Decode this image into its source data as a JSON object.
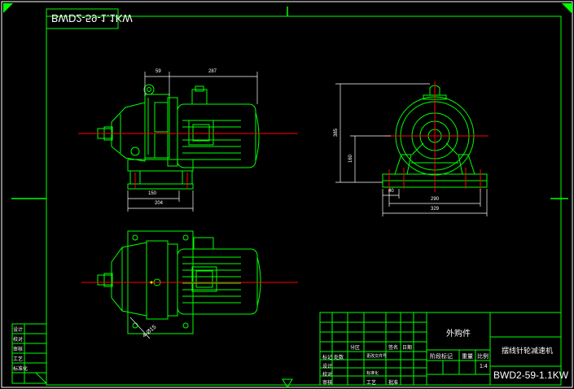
{
  "drawing": {
    "mirrored_code": "BWD2-59-1.1KW",
    "title_block": {
      "part_name": "外购件",
      "description": "摆线针轮减速机",
      "scale": "1:4",
      "drawing_code": "BWD2-59-1.1KW",
      "field_mark": "标记",
      "field_count": "处数",
      "field_zone": "分区",
      "field_doc": "更改文件号",
      "field_sign": "签名",
      "field_date": "日期",
      "stage_mark": "阶段标记",
      "weight": "重量",
      "ratio": "比例",
      "left_rows": [
        "设计",
        "校对",
        "审核",
        "工艺",
        "标准化",
        "批准"
      ]
    },
    "dims": {
      "side_top_a": "59",
      "side_top_b": "287",
      "side_bot_a": "150",
      "side_bot_b": "204",
      "front_height": "385",
      "front_center": "160",
      "front_foot": "40",
      "front_base_a": "290",
      "front_base_b": "329",
      "plan_hole": "4-Ø15"
    }
  },
  "colors": {
    "outline": "#00ff00",
    "center": "#ff0000",
    "hidden": "#ffff00",
    "dim": "#ffffff",
    "title": "#ffffff"
  }
}
